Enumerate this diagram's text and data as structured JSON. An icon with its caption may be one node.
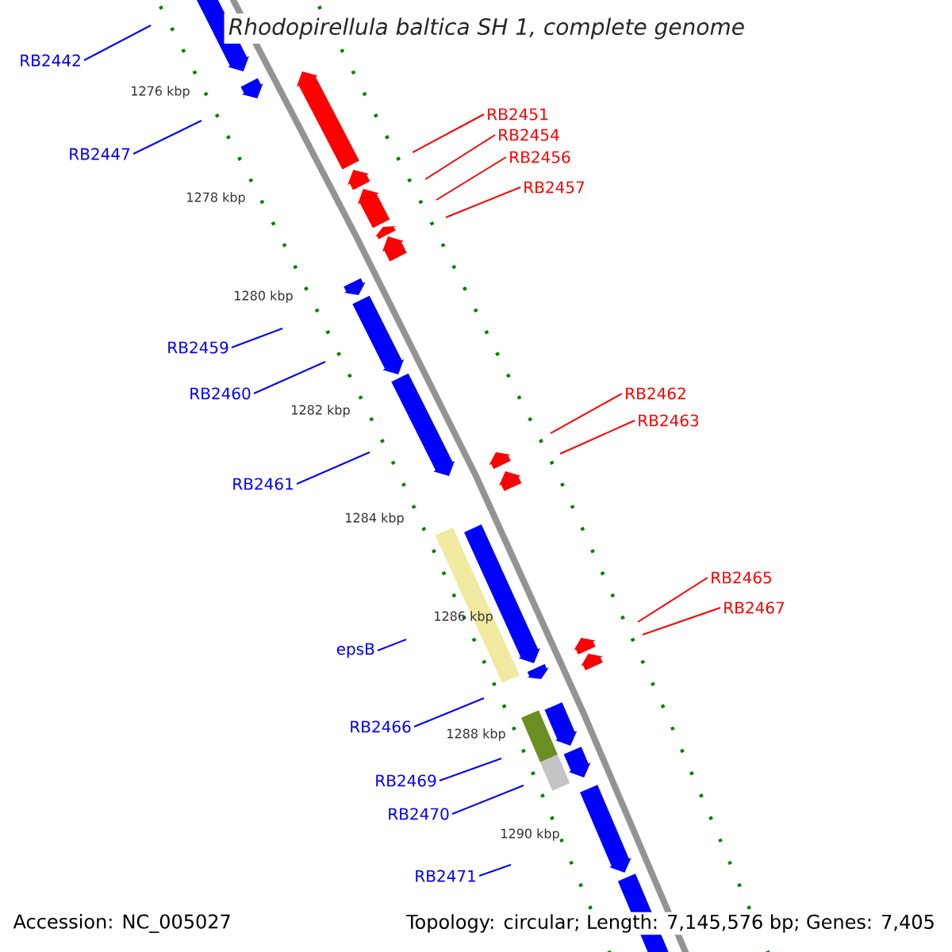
{
  "diagram": {
    "title": "Rhodopirellula baltica SH 1, complete genome",
    "nodes": [
      {
        "text": [
          "RB2442"
        ]
      },
      {
        "text": [
          "RB2447"
        ]
      },
      {
        "text": [
          "RB2451"
        ]
      },
      {
        "text": [
          "RB2454"
        ]
      },
      {
        "text": [
          "RB2456"
        ]
      },
      {
        "text": [
          "RB2457"
        ]
      },
      {
        "text": [
          "RB2459"
        ]
      },
      {
        "text": [
          "RB2460"
        ]
      },
      {
        "text": [
          "RB2462"
        ]
      },
      {
        "text": [
          "RB2463"
        ]
      },
      {
        "text": [
          "RB2461"
        ]
      },
      {
        "text": [
          "RB2465"
        ]
      },
      {
        "text": [
          "RB2467"
        ]
      },
      {
        "text": [
          "epsB"
        ]
      },
      {
        "text": [
          "RB2466"
        ]
      },
      {
        "text": [
          "RB2469"
        ]
      },
      {
        "text": [
          "RB2470"
        ]
      },
      {
        "text": [
          "RB2471"
        ]
      }
    ],
    "edges": [
      {
        "from": 0,
        "to": null,
        "arrow": "none"
      },
      {
        "from": 1,
        "to": null,
        "arrow": "none"
      },
      {
        "from": 2,
        "to": null,
        "arrow": "none",
        "color": "#ff0000"
      },
      {
        "from": 3,
        "to": null,
        "arrow": "none",
        "color": "#ff0000"
      },
      {
        "from": 4,
        "to": null,
        "arrow": "none",
        "color": "#ff0000"
      },
      {
        "from": 5,
        "to": null,
        "arrow": "none",
        "color": "#ff0000"
      },
      {
        "from": 6,
        "to": null,
        "arrow": "none"
      },
      {
        "from": 7,
        "to": null,
        "arrow": "none"
      },
      {
        "from": 8,
        "to": null,
        "arrow": "none",
        "color": "#ff0000"
      },
      {
        "from": 9,
        "to": null,
        "arrow": "none",
        "color": "#ff0000"
      },
      {
        "from": 10,
        "to": null,
        "arrow": "none"
      },
      {
        "from": 11,
        "to": null,
        "arrow": "none",
        "color": "#ff0000"
      },
      {
        "from": 12,
        "to": null,
        "arrow": "none",
        "color": "#ff0000"
      },
      {
        "from": 13,
        "to": null,
        "arrow": "none"
      },
      {
        "from": 14,
        "to": null,
        "arrow": "none"
      },
      {
        "from": 15,
        "to": null,
        "arrow": "none"
      },
      {
        "from": 16,
        "to": null,
        "arrow": "none"
      },
      {
        "from": 17,
        "to": null,
        "arrow": "none"
      }
    ],
    "labels": [
      "1276 kbp",
      "1278 kbp",
      "1280 kbp",
      "1282 kbp",
      "1284 kbp",
      "1286 kbp",
      "1288 kbp",
      "1290 kbp",
      "Accession: NC_005027",
      "Topology: circular; Length: 7,145,576 bp; Genes: 7,405"
    ]
  }
}
